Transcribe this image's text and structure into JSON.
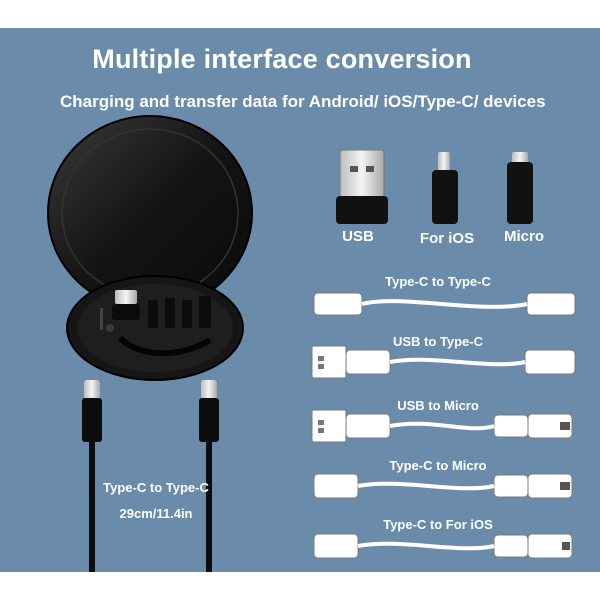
{
  "header": {
    "title": "Multiple interface conversion",
    "subtitle": "Charging and transfer data for Android/ iOS/Type-C/ devices"
  },
  "adapters": [
    {
      "label": "USB"
    },
    {
      "label": "For iOS"
    },
    {
      "label": "Micro"
    }
  ],
  "cables": [
    {
      "label": "Type-C to Type-C"
    },
    {
      "label": "USB to Type-C"
    },
    {
      "label": "USB to Micro"
    },
    {
      "label": "Type-C to Micro"
    },
    {
      "label": "Type-C to For iOS"
    }
  ],
  "main_cable": {
    "label": "Type-C to Type-C",
    "length": "29cm/11.4in"
  },
  "colors": {
    "background": "#6b8bab",
    "text": "#ffffff",
    "case": "#151515"
  }
}
